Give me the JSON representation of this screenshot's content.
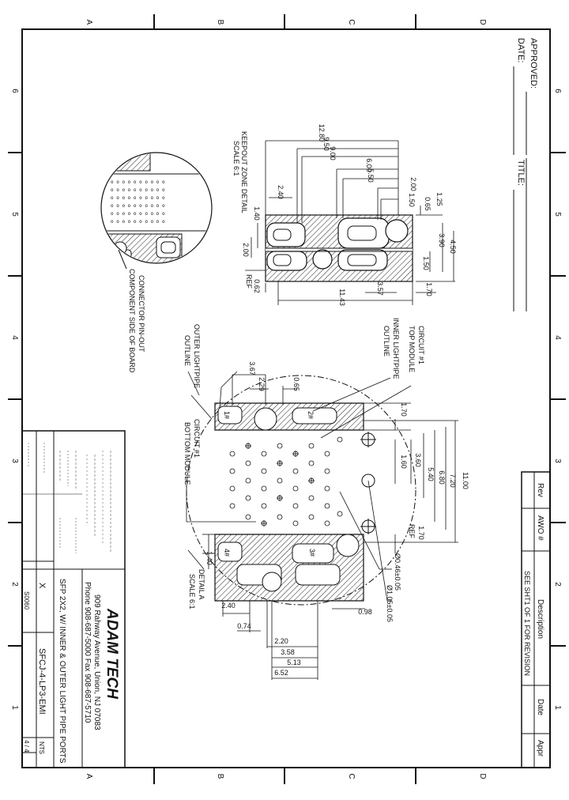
{
  "zone_letters": [
    "A",
    "B",
    "C",
    "D"
  ],
  "zone_numbers": [
    "6",
    "5",
    "4",
    "3",
    "2",
    "1"
  ],
  "approval": {
    "approved_label": "APPROVED:",
    "date_label": "DATE:",
    "title_label": "TITLE:"
  },
  "revision_block": {
    "headers": [
      "Rev",
      "AWO #",
      "Description",
      "Date",
      "Appr"
    ],
    "description": "SEE SHT1 OF 1 FOR REVISION"
  },
  "title_block": {
    "company": "ADAM TECH",
    "address": "909 Rahway Avenue, Union, NJ 07083",
    "phone": "Phone 908-687-5000 Fax 908-687-5710",
    "description": "SFP 2X2, W/ INNER & OUTER LIGHT PIPE PORTS",
    "part_number": "SFCJ-4-LP3-EMI",
    "scale_code": "X",
    "scale": "NTS",
    "sheet": "4 / 4",
    "dwg_no": "S0060"
  },
  "keepout_view": {
    "title_1": "KEEPOUT ZONE DETAIL",
    "title_2": "SCALE 6:1",
    "dims": [
      "12.80",
      "9.50",
      "9.00",
      "6.00",
      "5.50",
      "2.00",
      "1.50",
      "1.25",
      "0.65",
      "2.40",
      "1.40",
      "2.00",
      "3.90",
      "1.50",
      "4.50",
      "0.62",
      "REF",
      "3.57",
      "1.70",
      "11.43"
    ]
  },
  "pinout_view": {
    "caption_1": "CONNECTOR PIN-OUT",
    "caption_2": "COMPONENT SIDE OF BOARD"
  },
  "detail_view": {
    "title_1": "DETAIL A",
    "title_2": "SCALE 6:1",
    "labels": {
      "circuit1_top": "CIRCUIT #1",
      "top_module": "TOP MODULE",
      "inner_lightpipe": "INNER LIGHTPIPE",
      "outline": "OUTLINE",
      "outer_lightpipe": "OUTER LIGHTPIPE",
      "circuit1_bottom": "CIRCUIT #1",
      "bottom_module": "BOTTOM MODULE"
    },
    "dims": [
      "3.67",
      "2.29",
      "0.65",
      "1.70",
      "1.60",
      "3.60",
      "5.40",
      "6.80",
      "7.20",
      "11.00",
      "1.70",
      "REF",
      "1.40",
      "2.40",
      "0.74",
      "2.20",
      "3.58",
      "5.13",
      "6.52",
      "0.98",
      "Ø0.46±0.05",
      "Ø1.05±0.05"
    ],
    "port_labels": [
      "1#",
      "2#",
      "3#",
      "4#"
    ]
  }
}
